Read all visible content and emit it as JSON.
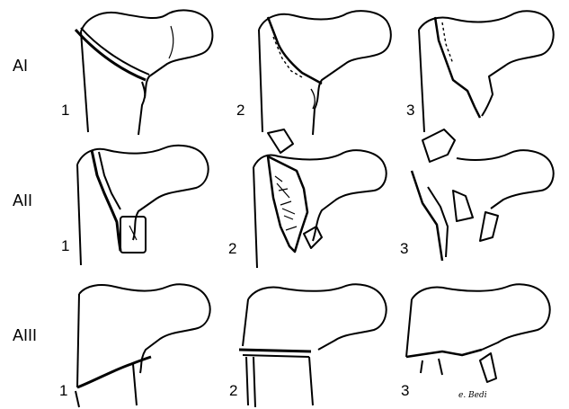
{
  "rows": [
    {
      "label": "AI",
      "subtypes": [
        "1",
        "2",
        "3"
      ]
    },
    {
      "label": "AII",
      "subtypes": [
        "1",
        "2",
        "3"
      ]
    },
    {
      "label": "AIII",
      "subtypes": [
        "1",
        "2",
        "3"
      ]
    }
  ],
  "signature": "e. Bedi"
}
